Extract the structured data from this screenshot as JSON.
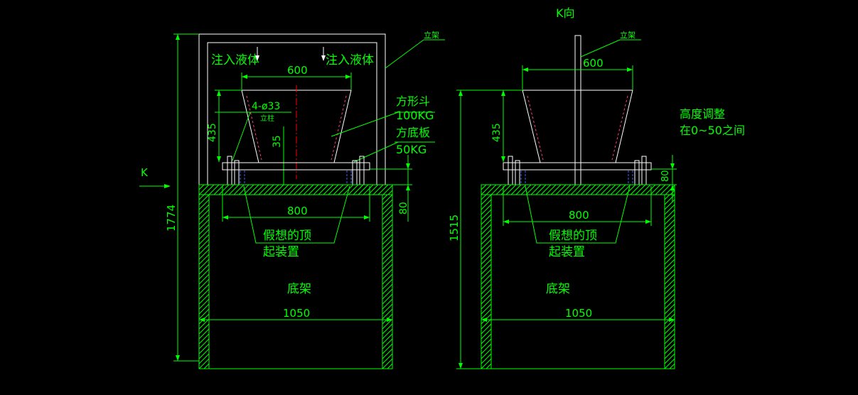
{
  "colors": {
    "background": "#000000",
    "line": "#00ff00",
    "outline": "#ffffff",
    "centerline": "#ff0000",
    "dashed_hidden": "#4060ff"
  },
  "left_view": {
    "frame_label": "立架",
    "inlet_label_1": "注入液体",
    "inlet_label_2": "注入液体",
    "dim_600": "600",
    "hole_label": "4-ø33",
    "column_label": "立柱",
    "dim_435": "435",
    "dim_35": "35",
    "hopper_label": "方形斗",
    "hopper_weight": "100KG",
    "plate_label": "方底板",
    "plate_weight": "50KG",
    "dim_800": "800",
    "dim_80": "80",
    "jack_label_1": "假想的顶",
    "jack_label_2": "起装置",
    "base_label": "底架",
    "dim_1050": "1050",
    "dim_1774": "1774",
    "view_arrow": "K"
  },
  "right_view": {
    "view_title": "K向",
    "frame_label": "立架",
    "dim_600": "600",
    "dim_435": "435",
    "height_note_1": "高度调整",
    "height_note_2": "在0~50之间",
    "dim_80": "80",
    "dim_800": "800",
    "jack_label_1": "假想的顶",
    "jack_label_2": "起装置",
    "base_label": "底架",
    "dim_1050": "1050",
    "dim_1515": "1515"
  }
}
